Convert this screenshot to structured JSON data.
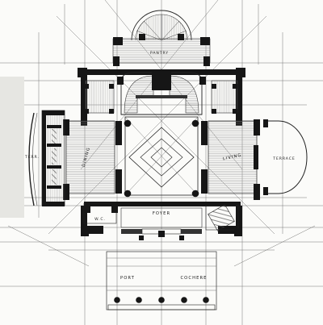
{
  "plan": {
    "rooms": {
      "dining": "DINING",
      "living": "LIVING",
      "foyer": "FOYER",
      "terrace_left": "TERR.",
      "terrace_right": "TERRACE",
      "porte_cochere_1": "PORT",
      "porte_cochere_2": "COCHERE",
      "top_room": "PANTRY",
      "wc": "W.C."
    },
    "colors": {
      "ink": "#161616",
      "paper": "#fbfbf9",
      "pencil": "#6a6a6a"
    }
  }
}
